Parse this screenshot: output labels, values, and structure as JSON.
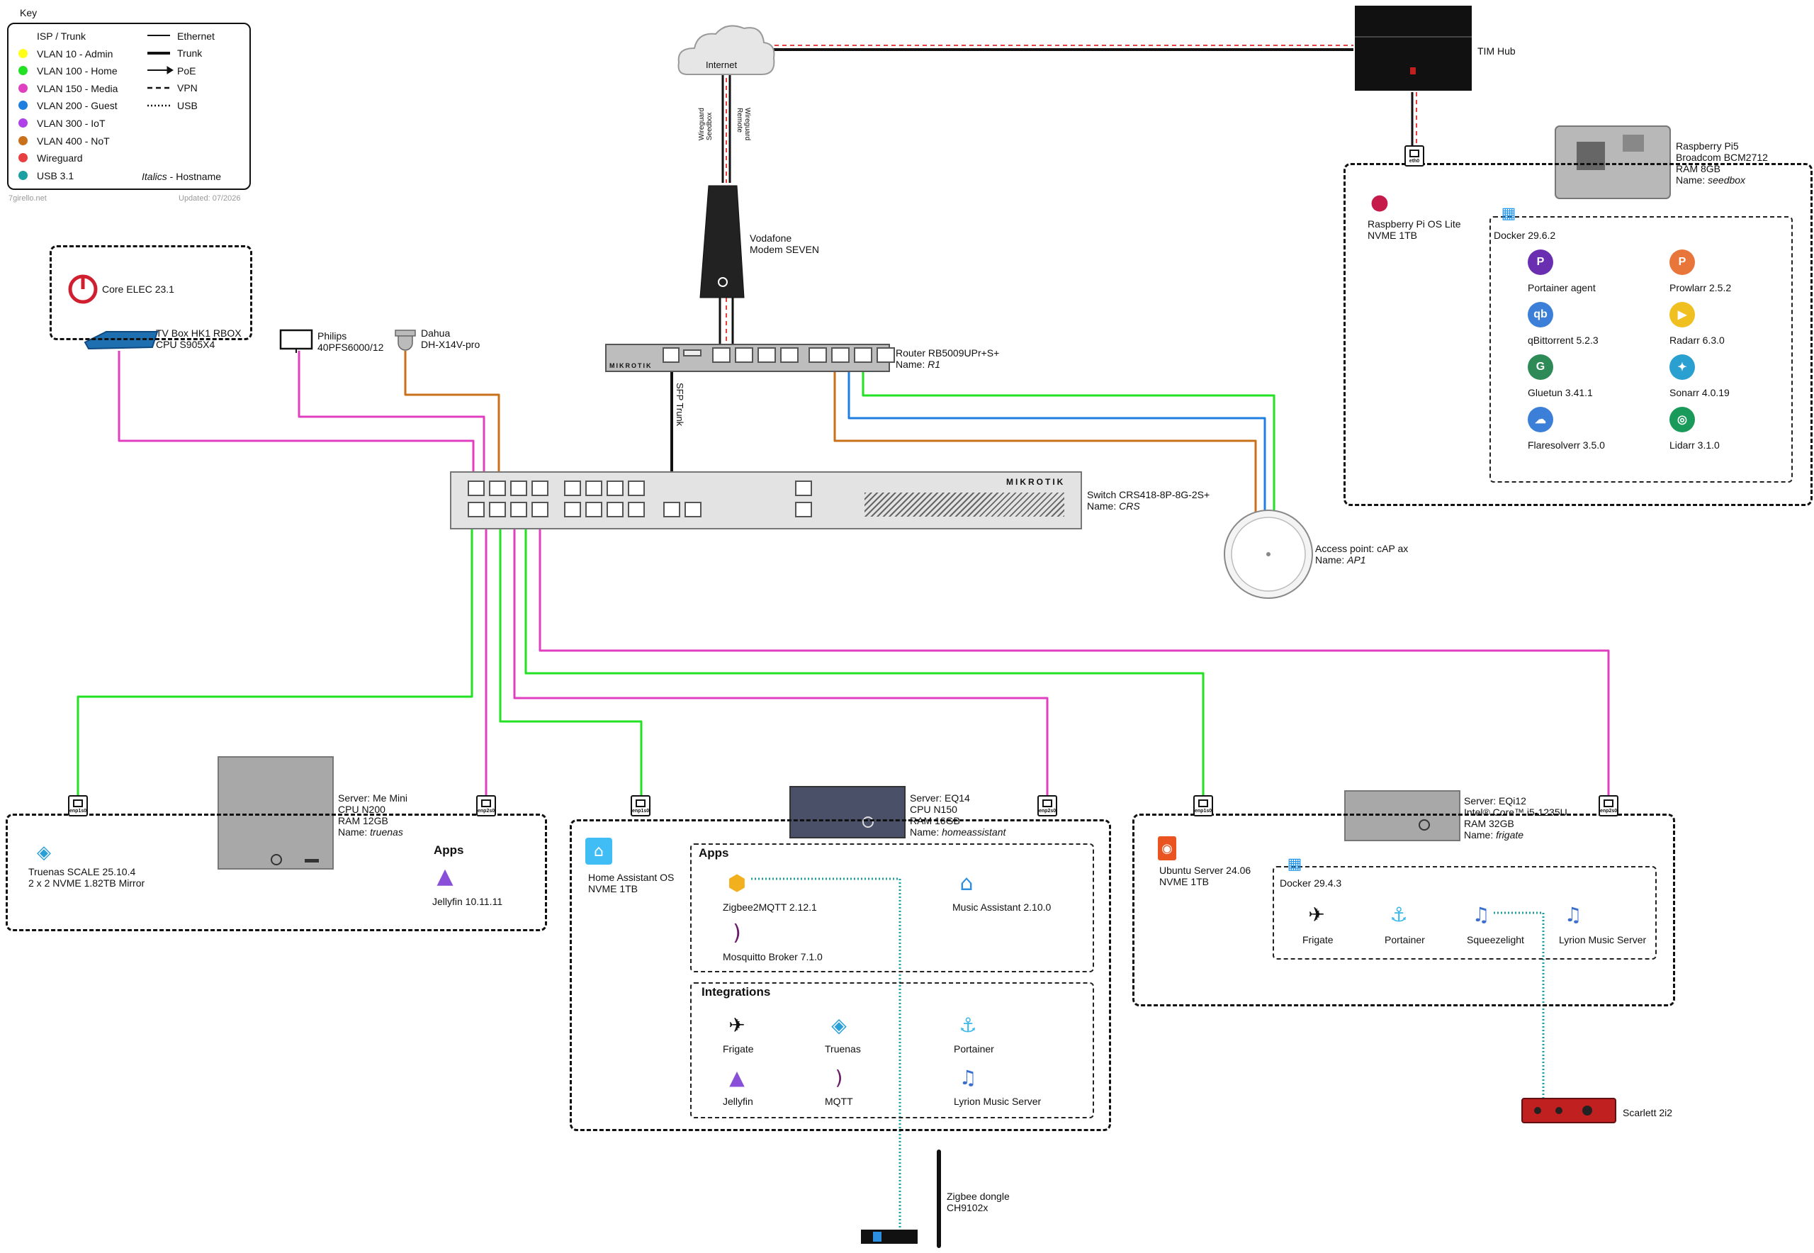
{
  "key": {
    "title": "Key",
    "vlans": [
      {
        "label": "ISP / Trunk",
        "color": "#ffffff"
      },
      {
        "label": "VLAN 10 - Admin",
        "color": "#ffff1a"
      },
      {
        "label": "VLAN 100 - Home",
        "color": "#22e022"
      },
      {
        "label": "VLAN 150 - Media",
        "color": "#e040c0"
      },
      {
        "label": "VLAN 200 - Guest",
        "color": "#1e7fe0"
      },
      {
        "label": "VLAN 300 - IoT",
        "color": "#b040e8"
      },
      {
        "label": "VLAN 400 - NoT",
        "color": "#c8701a"
      },
      {
        "label": "Wireguard",
        "color": "#e84040"
      },
      {
        "label": "USB 3.1",
        "color": "#1aa0a0"
      }
    ],
    "lines": [
      "Ethernet",
      "Trunk",
      "PoE",
      "VPN",
      "USB"
    ],
    "hostname_note_italic": "Italics",
    "hostname_note_rest": " - Hostname",
    "site": "7girello.net",
    "updated": "Updated: 07/2026"
  },
  "internet": {
    "label": "Internet"
  },
  "tim": {
    "label": "TIM Hub"
  },
  "wg": {
    "left1": "Wireguard",
    "left2": "Seedbox",
    "right1": "Wireguard",
    "right2": "Remote"
  },
  "modem": {
    "line1": "Vodafone",
    "line2": "Modem SEVEN"
  },
  "router": {
    "line1": "Router RB5009UPr+S+",
    "name_prefix": "Name: ",
    "name": "R1",
    "brand": "MIKROTIK"
  },
  "sfp": "SFP Trunk",
  "switch": {
    "line1": "Switch CRS418-8P-8G-2S+",
    "name_prefix": "Name: ",
    "name": "CRS",
    "brand": "MIKROTIK"
  },
  "ap": {
    "line1": "Access point: cAP ax",
    "name_prefix": "Name: ",
    "name": "AP1"
  },
  "coreelec": {
    "label": "Core ELEC 23.1"
  },
  "tvbox": {
    "line1": "TV Box HK1 RBOX",
    "line2": "CPU S905X4"
  },
  "tv": {
    "line1": "Philips",
    "line2": "40PFS6000/12"
  },
  "cam": {
    "line1": "Dahua",
    "line2": "DH-X14V-pro"
  },
  "pi": {
    "line1": "Raspberry Pi5",
    "line2": "Broadcom BCM2712",
    "line3": "RAM 8GB",
    "name_prefix": "Name: ",
    "name": "seedbox",
    "os1": "Raspberry Pi OS Lite",
    "os2": "NVME 1TB",
    "port": "eth0",
    "docker": "Docker 29.6.2",
    "apps": [
      {
        "name": "Portainer agent",
        "icon": "P",
        "color": "#6a2fb0"
      },
      {
        "name": "Prowlarr 2.5.2",
        "icon": "P",
        "color": "#e8753a"
      },
      {
        "name": "qBittorrent 5.2.3",
        "icon": "qb",
        "color": "#3c7fd8"
      },
      {
        "name": "Radarr 6.3.0",
        "icon": "▶",
        "color": "#f0c020"
      },
      {
        "name": "Gluetun 3.41.1",
        "icon": "G",
        "color": "#2e8b57"
      },
      {
        "name": "Sonarr 4.0.19",
        "icon": "✦",
        "color": "#2aa0d0"
      },
      {
        "name": "Flaresolverr 3.5.0",
        "icon": "☁",
        "color": "#3c7fd8"
      },
      {
        "name": "Lidarr 3.1.0",
        "icon": "◎",
        "color": "#1a9a5a"
      }
    ]
  },
  "memini": {
    "line1": "Server: Me Mini",
    "line2": "CPU N200",
    "line3": "RAM 12GB",
    "name_prefix": "Name: ",
    "name": "truenas",
    "os1": "Truenas SCALE 25.10.4",
    "os2": "2 x 2 NVME 1.82TB Mirror",
    "apps_title": "Apps",
    "app": "Jellyfin 10.11.11",
    "port1": "enp1s0",
    "port2": "enp2s0"
  },
  "eq14": {
    "line1": "Server: EQ14",
    "line2": "CPU N150",
    "line3": "RAM 16GB",
    "name_prefix": "Name: ",
    "name": "homeassistant",
    "os1": "Home Assistant OS",
    "os2": "NVME 1TB",
    "port1": "enp1s0",
    "port2": "enp2s0",
    "apps_title": "Apps",
    "apps": [
      {
        "name": "Zigbee2MQTT 2.12.1"
      },
      {
        "name": "Music Assistant 2.10.0"
      },
      {
        "name": "Mosquitto Broker 7.1.0"
      }
    ],
    "int_title": "Integrations",
    "integrations": [
      {
        "name": "Frigate"
      },
      {
        "name": "Truenas"
      },
      {
        "name": "Portainer"
      },
      {
        "name": "Jellyfin"
      },
      {
        "name": "MQTT"
      },
      {
        "name": "Lyrion Music Server"
      }
    ]
  },
  "eq12": {
    "line1": "Server: EQi12",
    "line2": "Intel® Core™ i5-1235U",
    "line3": "RAM 32GB",
    "name_prefix": "Name: ",
    "name": "frigate",
    "os1": "Ubuntu Server 24.06",
    "os2": "NVME 1TB",
    "port1": "enp1s0",
    "port2": "enp2s0",
    "docker": "Docker 29.4.3",
    "apps": [
      {
        "name": "Frigate"
      },
      {
        "name": "Portainer"
      },
      {
        "name": "Squeezelight"
      },
      {
        "name": "Lyrion Music Server"
      }
    ]
  },
  "scarlett": {
    "label": "Scarlett 2i2"
  },
  "zigbee": {
    "line1": "Zigbee dongle",
    "line2": "CH9102x"
  }
}
